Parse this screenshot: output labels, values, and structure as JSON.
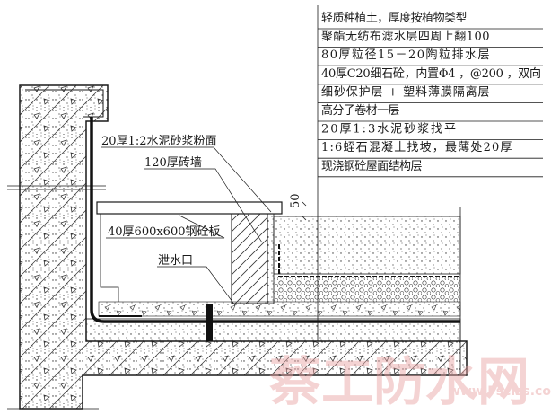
{
  "layer_table": [
    "轻质种植土，厚度按植物类型",
    "聚酯无纺布滤水层四周上翻100",
    "80厚粒径15－20陶粒排水层",
    "40厚C20细石砼，内置Φ4 ，@200 ，双向",
    "细砂保护层 + 塑料薄膜隔离层",
    "高分子卷材一层",
    "20厚1:3水泥砂浆找平",
    "1:6蛭石混凝土找坡，最薄处20厚",
    "现浇钢砼屋面结构层"
  ],
  "callouts": {
    "mortar": "20厚1:2水泥砂浆粉面",
    "brick_wall": "120厚砖墙",
    "slab": "40厚600x600钢砼板",
    "drain": "泄水口"
  },
  "dimension": "50",
  "watermark": {
    "text": "蔡工防水网",
    "url": "www.Fsclzs.com"
  },
  "colors": {
    "line": "#1a1a1a",
    "watermark": "#e8a0a0"
  }
}
